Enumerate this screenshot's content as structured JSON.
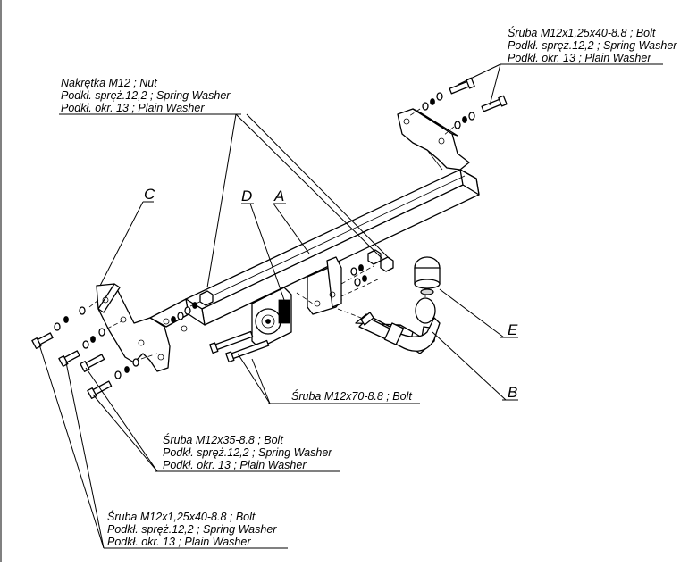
{
  "callouts": {
    "top_right": [
      "Śruba M12x1,25x40-8.8 ;  Bolt",
      "Podkł. spręż.12,2 ; Spring Washer",
      "Podkł. okr. 13 ; Plain Washer"
    ],
    "top_left": [
      "Nakrętka  M12 ; Nut",
      "Podkł. spręż.12,2 ; Spring Washer",
      "Podkł. okr. 13 ; Plain Washer"
    ],
    "middle_bolt": "Śruba M12x70-8.8 ;  Bolt",
    "lower_middle": [
      "Śruba M12x35-8.8 ;  Bolt",
      "Podkł. spręż.12,2 ; Spring Washer",
      "Podkł. okr. 13 ; Plain Washer"
    ],
    "bottom_left": [
      "Śruba M12x1,25x40-8.8 ;  Bolt",
      "Podkł. spręż.12,2 ; Spring Washer",
      "Podkł. okr. 13 ; Plain Washer"
    ]
  },
  "letters": {
    "a": "A",
    "b": "B",
    "c": "C",
    "d": "D",
    "e": "E"
  }
}
